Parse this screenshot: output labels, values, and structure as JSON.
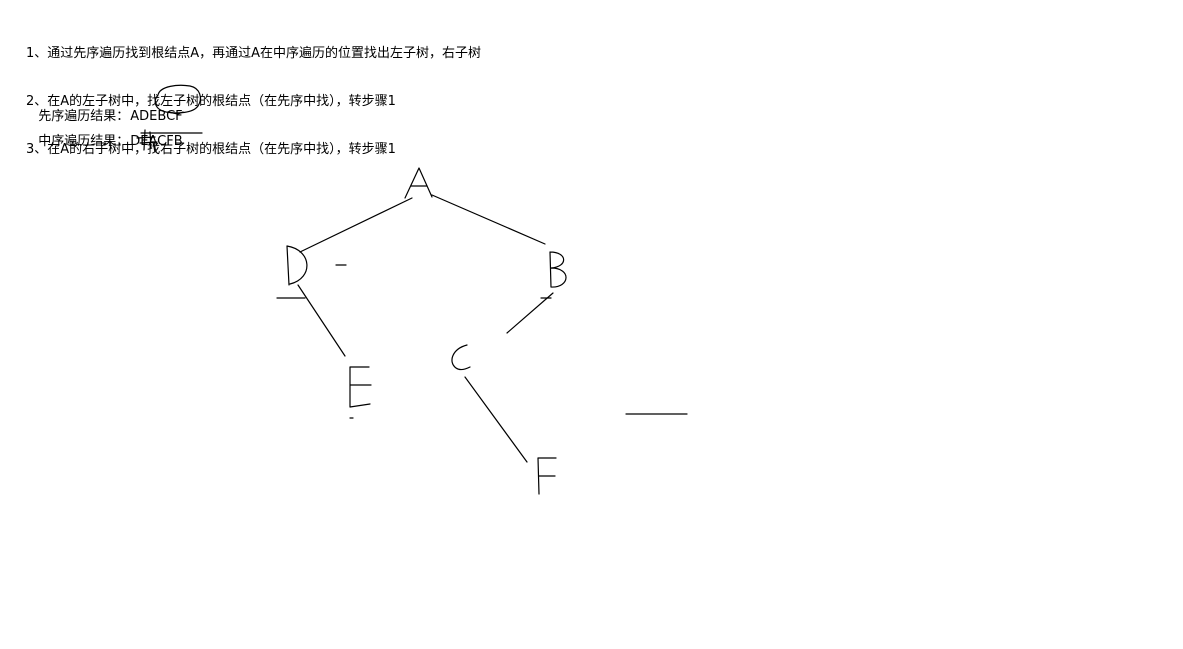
{
  "steps": [
    "1、通过先序遍历找到根结点A，再通过A在中序遍历的位置找出左子树，右子树",
    "2、在A的左子树中，找左子树的根结点（在先序中找），转步骤1",
    "3、在A的右子树中，找右子树的根结点（在先序中找），转步骤1"
  ],
  "preorder": {
    "label": "先序遍历结果：",
    "value": "ADEBCF"
  },
  "inorder": {
    "label": "中序遍历结果：",
    "value": "DEACFB"
  },
  "tree": {
    "nodes": {
      "A": "A",
      "D": "D",
      "B": "B",
      "E": "E",
      "C": "C",
      "F": "F"
    },
    "stroke_color": "#000000"
  }
}
